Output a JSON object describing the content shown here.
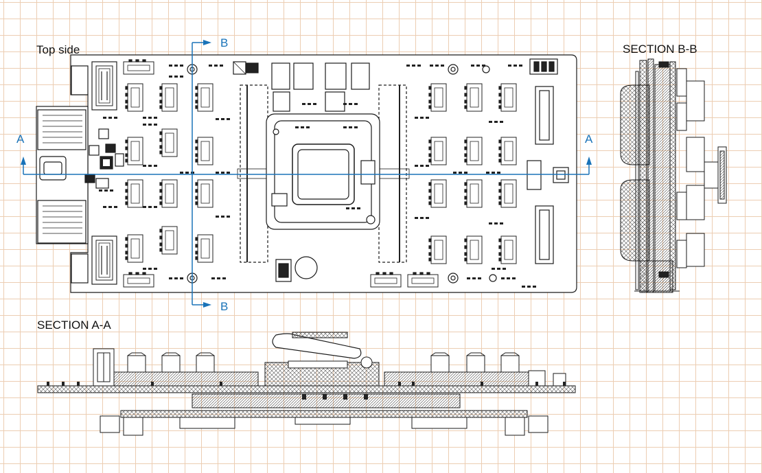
{
  "labels": {
    "top_side": "Top side",
    "section_bb": "SECTION B-B",
    "section_aa": "SECTION A-A"
  },
  "section_marks": {
    "a": "A",
    "b": "B"
  },
  "colors": {
    "grid": "#eccdb2",
    "line": "#1a1a1a",
    "section_line": "#1a73b8",
    "hatch": "#555555"
  }
}
